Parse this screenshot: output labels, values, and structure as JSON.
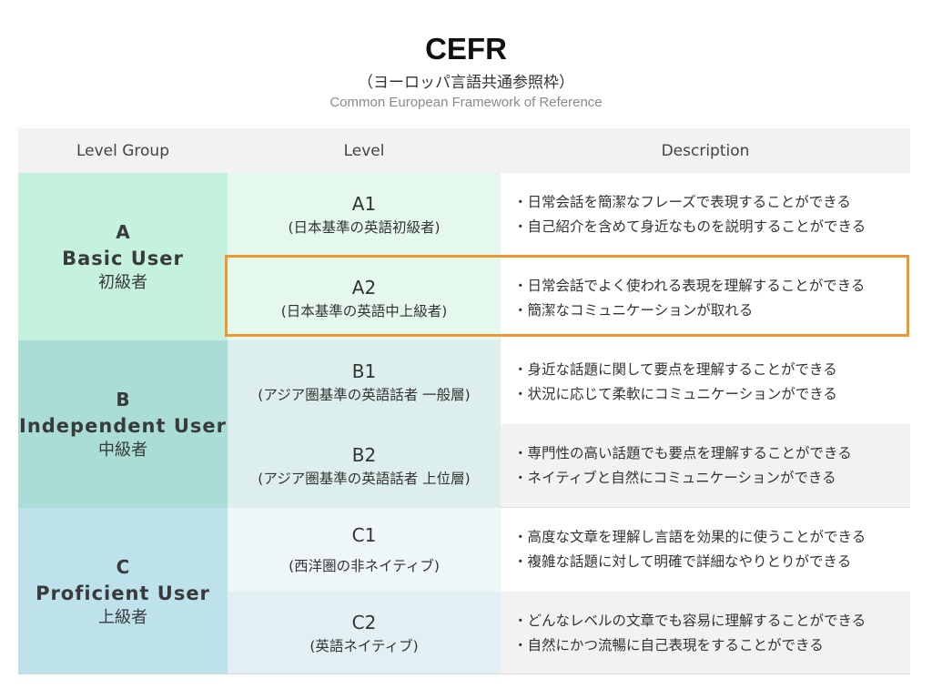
{
  "title": "CEFR",
  "subtitle_jp": "（ヨーロッパ言語共通参照枠）",
  "subtitle_en": "Common European Framework of Reference",
  "headers": {
    "group": "Level Group",
    "level": "Level",
    "description": "Description"
  },
  "groups": [
    {
      "letter": "A",
      "name": "Basic User",
      "jp": "初級者"
    },
    {
      "letter": "B",
      "name": "Independent User",
      "jp": "中級者"
    },
    {
      "letter": "C",
      "name": "Proficient User",
      "jp": "上級者"
    }
  ],
  "levels": [
    {
      "code": "A1",
      "note": "(日本基準の英語初級者)",
      "desc": [
        "・日常会話を簡潔なフレーズで表現することができる",
        "・自己紹介を含めて身近なものを説明することができる"
      ]
    },
    {
      "code": "A2",
      "note": "(日本基準の英語中上級者)",
      "desc": [
        "・日常会話でよく使われる表現を理解することができる",
        "・簡潔なコミュニケーションが取れる"
      ]
    },
    {
      "code": "B1",
      "note": "(アジア圏基準の英語話者 一般層)",
      "desc": [
        "・身近な話題に関して要点を理解することができる",
        "・状況に応じて柔軟にコミュニケーションができる"
      ]
    },
    {
      "code": "B2",
      "note": "(アジア圏基準の英語話者 上位層)",
      "desc": [
        "・専門性の高い話題でも要点を理解することができる",
        "・ネイティブと自然にコミュニケーションができる"
      ]
    },
    {
      "code": "C1",
      "note": "(西洋圏の非ネイティブ)",
      "desc": [
        "・高度な文章を理解し言語を効果的に使うことができる",
        "・複雑な話題に対して明確で詳細なやりとりができる"
      ]
    },
    {
      "code": "C2",
      "note": "(英語ネイティブ)",
      "desc": [
        "・どんなレベルの文章でも容易に理解することができる",
        "・自然にかつ流暢に自己表現をすることができる"
      ]
    }
  ],
  "highlighted_level": "A2",
  "colors": {
    "group_a": "#c4f2de",
    "group_b": "#a9ddd6",
    "group_c": "#bde2ec",
    "level_a": "#e5f8ee",
    "level_b": "#dcefec",
    "level_c_top": "#eef6f8",
    "level_c_bottom": "#e2f0f4",
    "desc_shade": "#f2f2f2",
    "highlight": "#f0962e"
  }
}
